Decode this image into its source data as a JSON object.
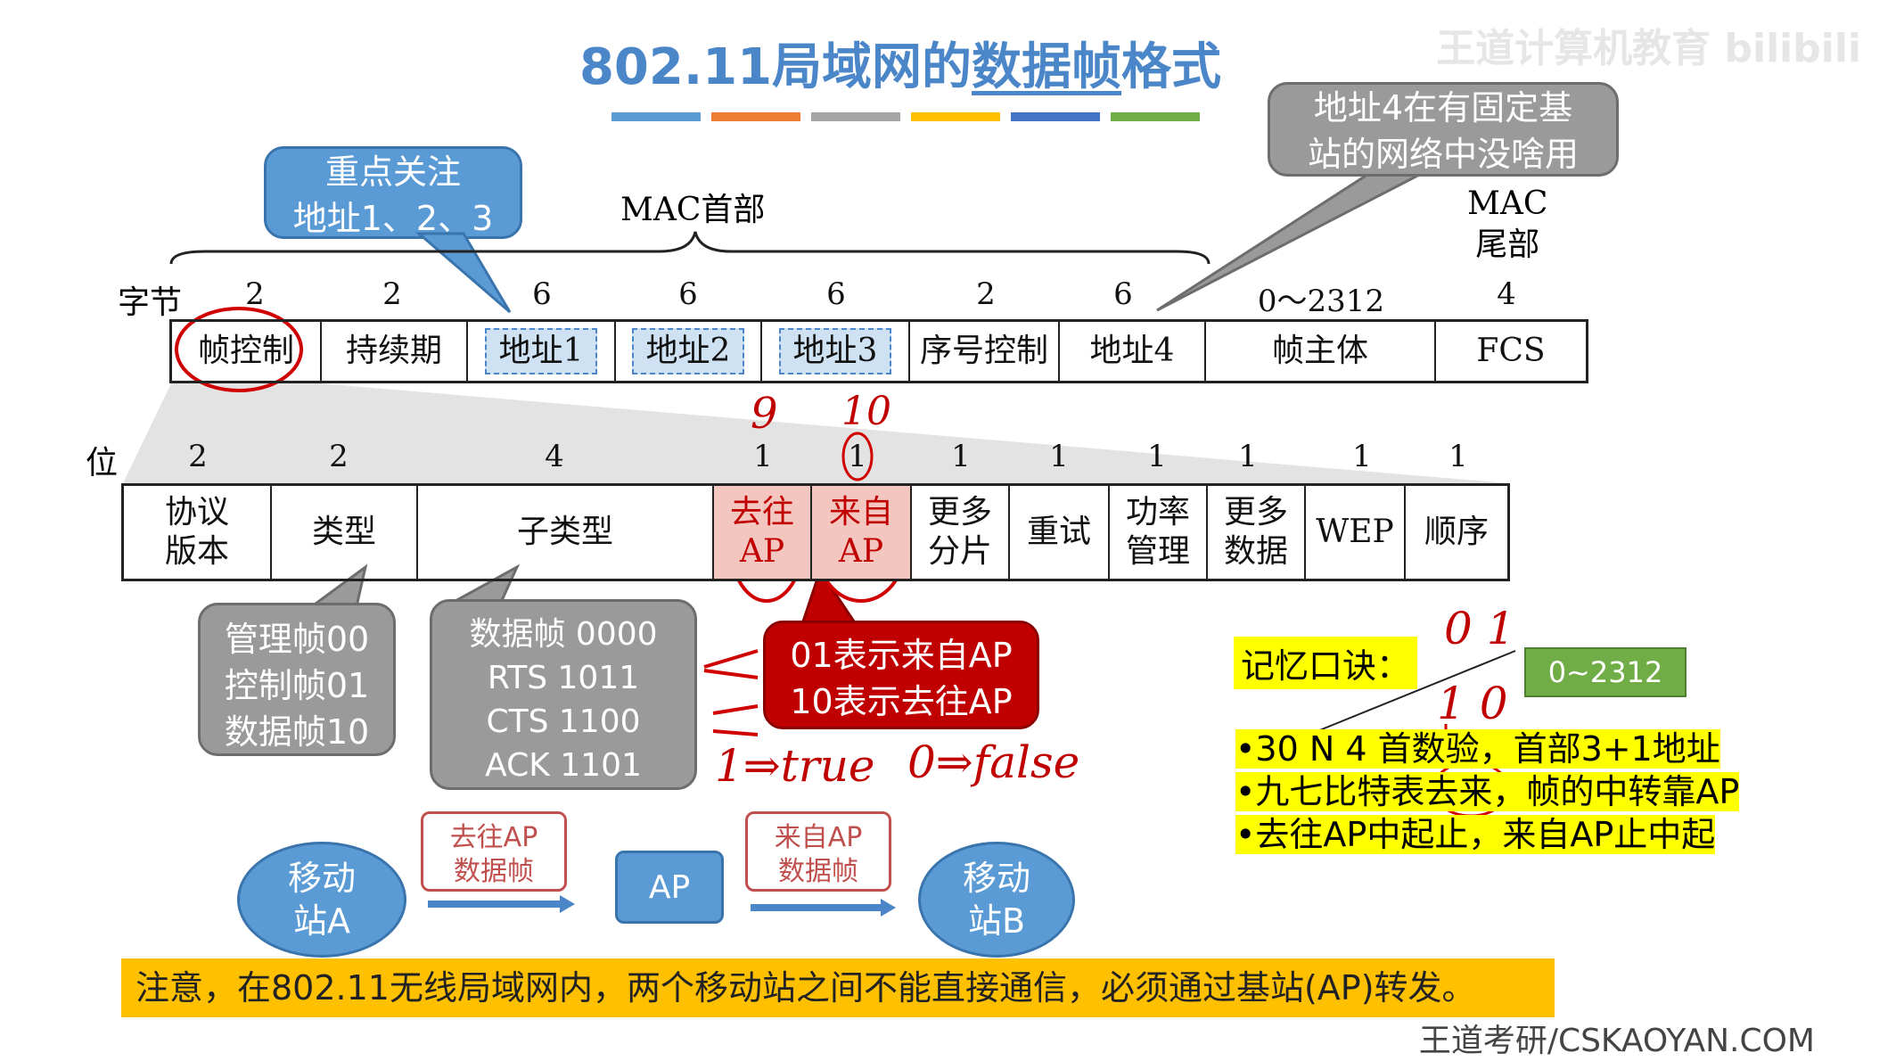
{
  "title": {
    "prefix": "802.11局域网的",
    "underlined": "数据帧",
    "suffix": "格式"
  },
  "watermark": "王道计算机教育  bilibili",
  "rule_colors": [
    "#5b9bd5",
    "#ed7d31",
    "#a5a5a5",
    "#ffc000",
    "#4472c4",
    "#70ad47"
  ],
  "callouts": {
    "focus": [
      "重点关注",
      "地址1、2、3"
    ],
    "addr4": [
      "地址4在有固定基",
      "站的网络中没啥用"
    ],
    "type_codes": [
      "管理帧00",
      "控制帧01",
      "数据帧10"
    ],
    "subtype_codes": [
      "数据帧 0000",
      "RTS 1011",
      "CTS 1100",
      "ACK 1101"
    ],
    "ds_meaning": [
      "01表示来自AP",
      "10表示去往AP"
    ]
  },
  "mac_header_label": "MAC首部",
  "mac_trailer_label": [
    "MAC",
    "尾部"
  ],
  "frame": {
    "unit_label": "字节",
    "sizes": [
      "2",
      "2",
      "6",
      "6",
      "6",
      "2",
      "6",
      "0～2312",
      "4"
    ],
    "fields": [
      "帧控制",
      "持续期",
      "地址1",
      "地址2",
      "地址3",
      "序号控制",
      "地址4",
      "帧主体",
      "FCS"
    ]
  },
  "control": {
    "unit_label": "位",
    "sizes": [
      "2",
      "2",
      "4",
      "1",
      "1",
      "1",
      "1",
      "1",
      "1",
      "1",
      "1"
    ],
    "fields": [
      [
        "协议",
        "版本"
      ],
      [
        "类型"
      ],
      [
        "子类型"
      ],
      [
        "去往",
        "AP"
      ],
      [
        "来自",
        "AP"
      ],
      [
        "更多",
        "分片"
      ],
      [
        "重试"
      ],
      [
        "功率",
        "管理"
      ],
      [
        "更多",
        "数据"
      ],
      [
        "WEP"
      ],
      [
        "顺序"
      ]
    ]
  },
  "handwriting": {
    "to_ap_index": "9",
    "from_ap_index": "10",
    "true_label": "1⇒true",
    "false_label": "0⇒false",
    "mnemonic_bits_top": "0 1",
    "mnemonic_bits_mid": "1 0"
  },
  "flow": {
    "station_a": [
      "移动",
      "站A"
    ],
    "to_ap_frame": [
      "去往AP",
      "数据帧"
    ],
    "ap": "AP",
    "from_ap_frame": [
      "来自AP",
      "数据帧"
    ],
    "station_b": [
      "移动",
      "站B"
    ]
  },
  "mnemonic": {
    "label": "记忆口诀：",
    "range_box": "0~2312",
    "lines": [
      "•30 N 4 首数验，首部3+1地址",
      "•九七比特表去来，帧的中转靠AP",
      "•去往AP中起止，来自AP止中起"
    ]
  },
  "note": "注意，在802.11无线局域网内，两个移动站之间不能直接通信，必须通过基站(AP)转发。",
  "footer": "王道考研/CSKAOYAN.COM"
}
